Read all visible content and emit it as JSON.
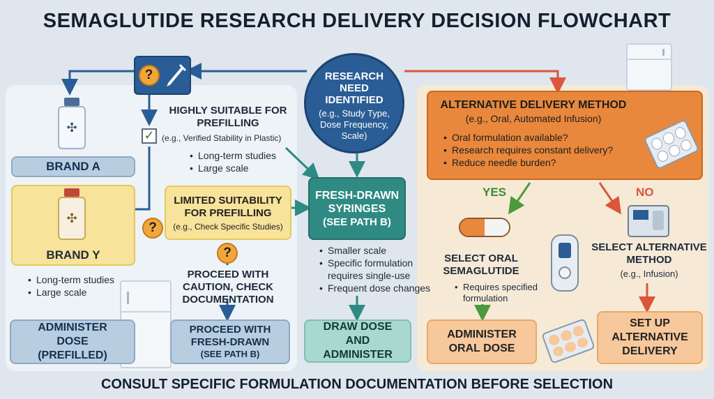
{
  "title": "SEMAGLUTIDE RESEARCH DELIVERY DECISION FLOWCHART",
  "footer": "CONSULT SPECIFIC FORMULATION DOCUMENTATION BEFORE SELECTION",
  "start": {
    "title": "RESEARCH NEED IDENTIFIED",
    "detail": "(e.g., Study Type, Dose Frequency, Scale)"
  },
  "left": {
    "brand_a": "BRAND A",
    "brand_y": "BRAND Y",
    "brand_y_bullets": [
      "Long-term studies",
      "Large scale"
    ],
    "highly": {
      "title": "HIGHLY SUITABLE FOR PREFILLING",
      "detail": "(e.g., Verified Stability in Plastic)",
      "bullets": [
        "Long-term studies",
        "Large scale"
      ]
    },
    "limited": {
      "title": "LIMITED SUITABILITY FOR PREFILLING",
      "detail": "(e.g., Check Specific Studies)"
    },
    "caution": "PROCEED WITH CAUTION, CHECK DOCUMENTATION",
    "administer_prefilled": "ADMINISTER DOSE (PREFILLED)",
    "proceed_fresh": {
      "title": "PROCEED WITH FRESH-DRAWN",
      "detail": "(SEE PATH B)"
    }
  },
  "middle": {
    "fresh": {
      "title": "FRESH-DRAWN SYRINGES",
      "detail": "(SEE PATH B)"
    },
    "bullets": [
      "Smaller scale",
      "Specific formulation requires single-use",
      "Frequent dose changes"
    ],
    "draw": "DRAW DOSE AND ADMINISTER"
  },
  "right": {
    "alt": {
      "title": "ALTERNATIVE DELIVERY METHOD",
      "detail": "(e.g., Oral, Automated Infusion)",
      "bullets": [
        "Oral formulation available?",
        "Research requires constant delivery?",
        "Reduce needle burden?"
      ]
    },
    "yes": "YES",
    "no": "NO",
    "oral": {
      "title": "SELECT ORAL SEMAGLUTIDE",
      "bullet": "Requires specified formulation"
    },
    "alt_method": {
      "title": "SELECT ALTERNATIVE METHOD",
      "detail": "(e.g., Infusion)"
    },
    "administer_oral": "ADMINISTER ORAL DOSE",
    "setup": "SET UP ALTERNATIVE DELIVERY"
  },
  "colors": {
    "blue": "#2a5d95",
    "teal": "#2f8a83",
    "orange": "#e9883c",
    "yellow": "#f8e39a",
    "red_arrow": "#d9573a"
  }
}
